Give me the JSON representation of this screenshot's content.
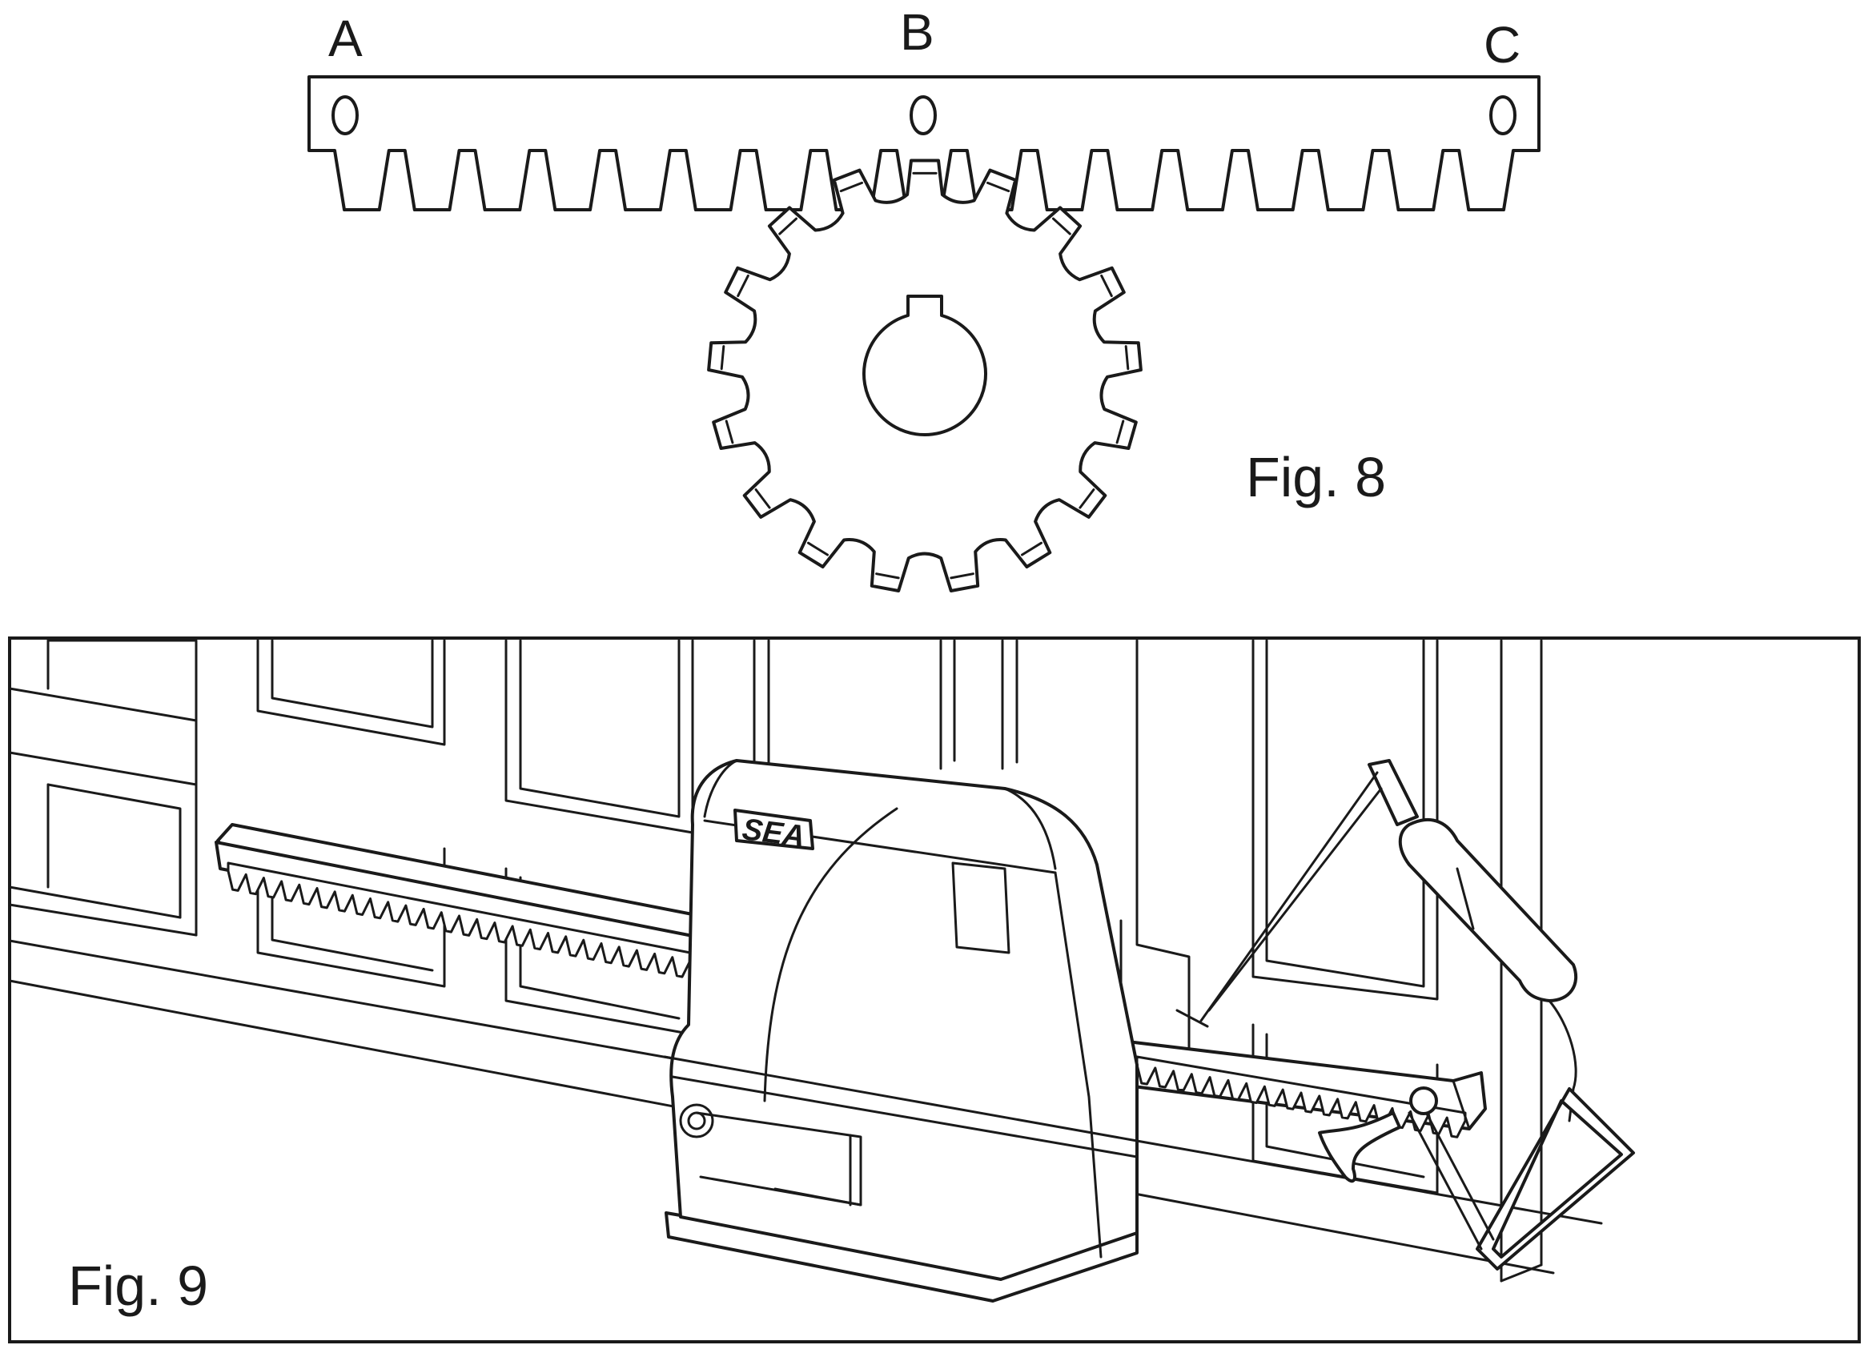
{
  "fig8": {
    "caption": "Fig. 8",
    "rack_labels": [
      "A",
      "B",
      "C"
    ],
    "hole_labels": [
      "0",
      "0",
      "0"
    ],
    "rack_tooth_count": 17,
    "pinion_tooth_count": 17
  },
  "fig9": {
    "caption": "Fig. 9",
    "motor_logo": "SEA",
    "icons": [
      "gate-frame",
      "gear-rack",
      "gate-motor",
      "release-lever",
      "release-key",
      "pull-cord"
    ]
  },
  "colors": {
    "line": "#1a1a1a",
    "background": "#ffffff"
  }
}
